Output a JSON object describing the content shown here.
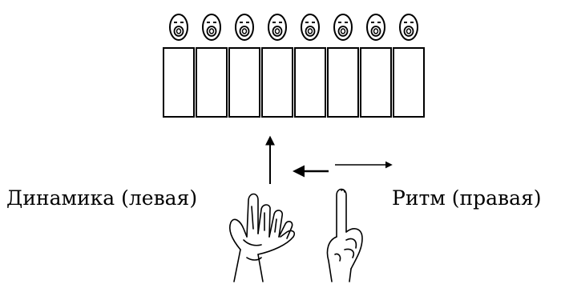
{
  "labels": {
    "dynamics": "Динамика (левая)",
    "rhythm": "Ритм (правая)"
  },
  "performers": {
    "count": 8,
    "face_icon": "singing-face-icon"
  },
  "gestures": {
    "left_hand": "open-palm-hand-icon",
    "right_hand": "pointing-hand-icon",
    "left_hand_direction": "up",
    "right_hand_direction": "left-right"
  },
  "colors": {
    "ink": "#000000",
    "paper": "#ffffff"
  }
}
